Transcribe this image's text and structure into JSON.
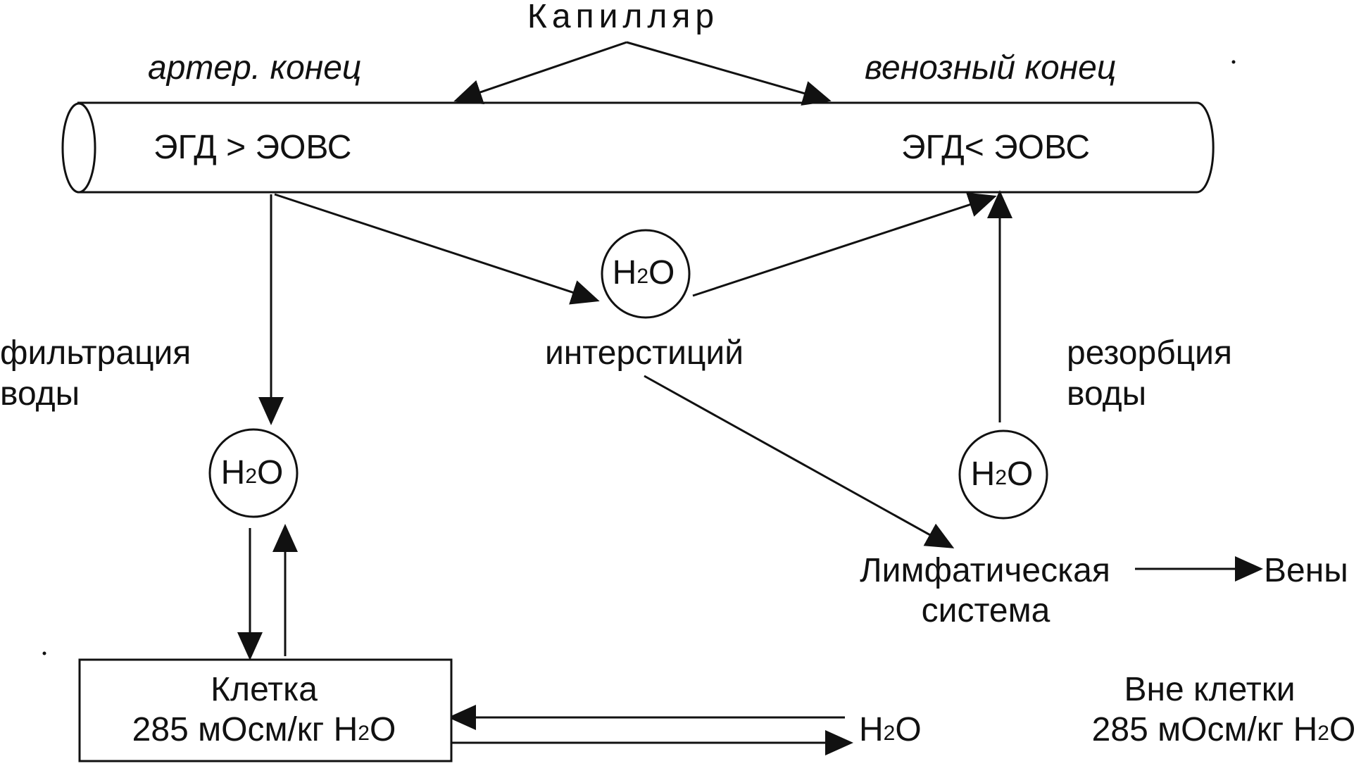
{
  "title": "Капилляр",
  "capillary": {
    "arterial_end_label": "артер. конец",
    "venous_end_label": "венозный конец",
    "arterial_relation": "ЭГД > ЭОВС",
    "venous_relation": "ЭГД< ЭОВС"
  },
  "side_labels": {
    "filtration_line1": "фильтрация",
    "filtration_line2": "воды",
    "resorption_line1": "резорбция",
    "resorption_line2": "воды"
  },
  "nodes": {
    "water_symbol_main": "H",
    "water_symbol_sub": "2",
    "water_symbol_tail": "O",
    "interstitium_label": "интерстиций",
    "lymph_line1": "Лимфатическая",
    "lymph_line2": "система",
    "veins_label": "Вены"
  },
  "cell_box": {
    "title": "Клетка",
    "osmolality_prefix": "285 мОсм/кг H",
    "osmolality_sub": "2",
    "osmolality_tail": "O"
  },
  "outside": {
    "title": "Вне клетки",
    "osmolality_prefix": "285 мОсм/кг H",
    "osmolality_sub": "2",
    "osmolality_tail": "O"
  },
  "colors": {
    "ink": "#111111",
    "background": "#ffffff"
  }
}
